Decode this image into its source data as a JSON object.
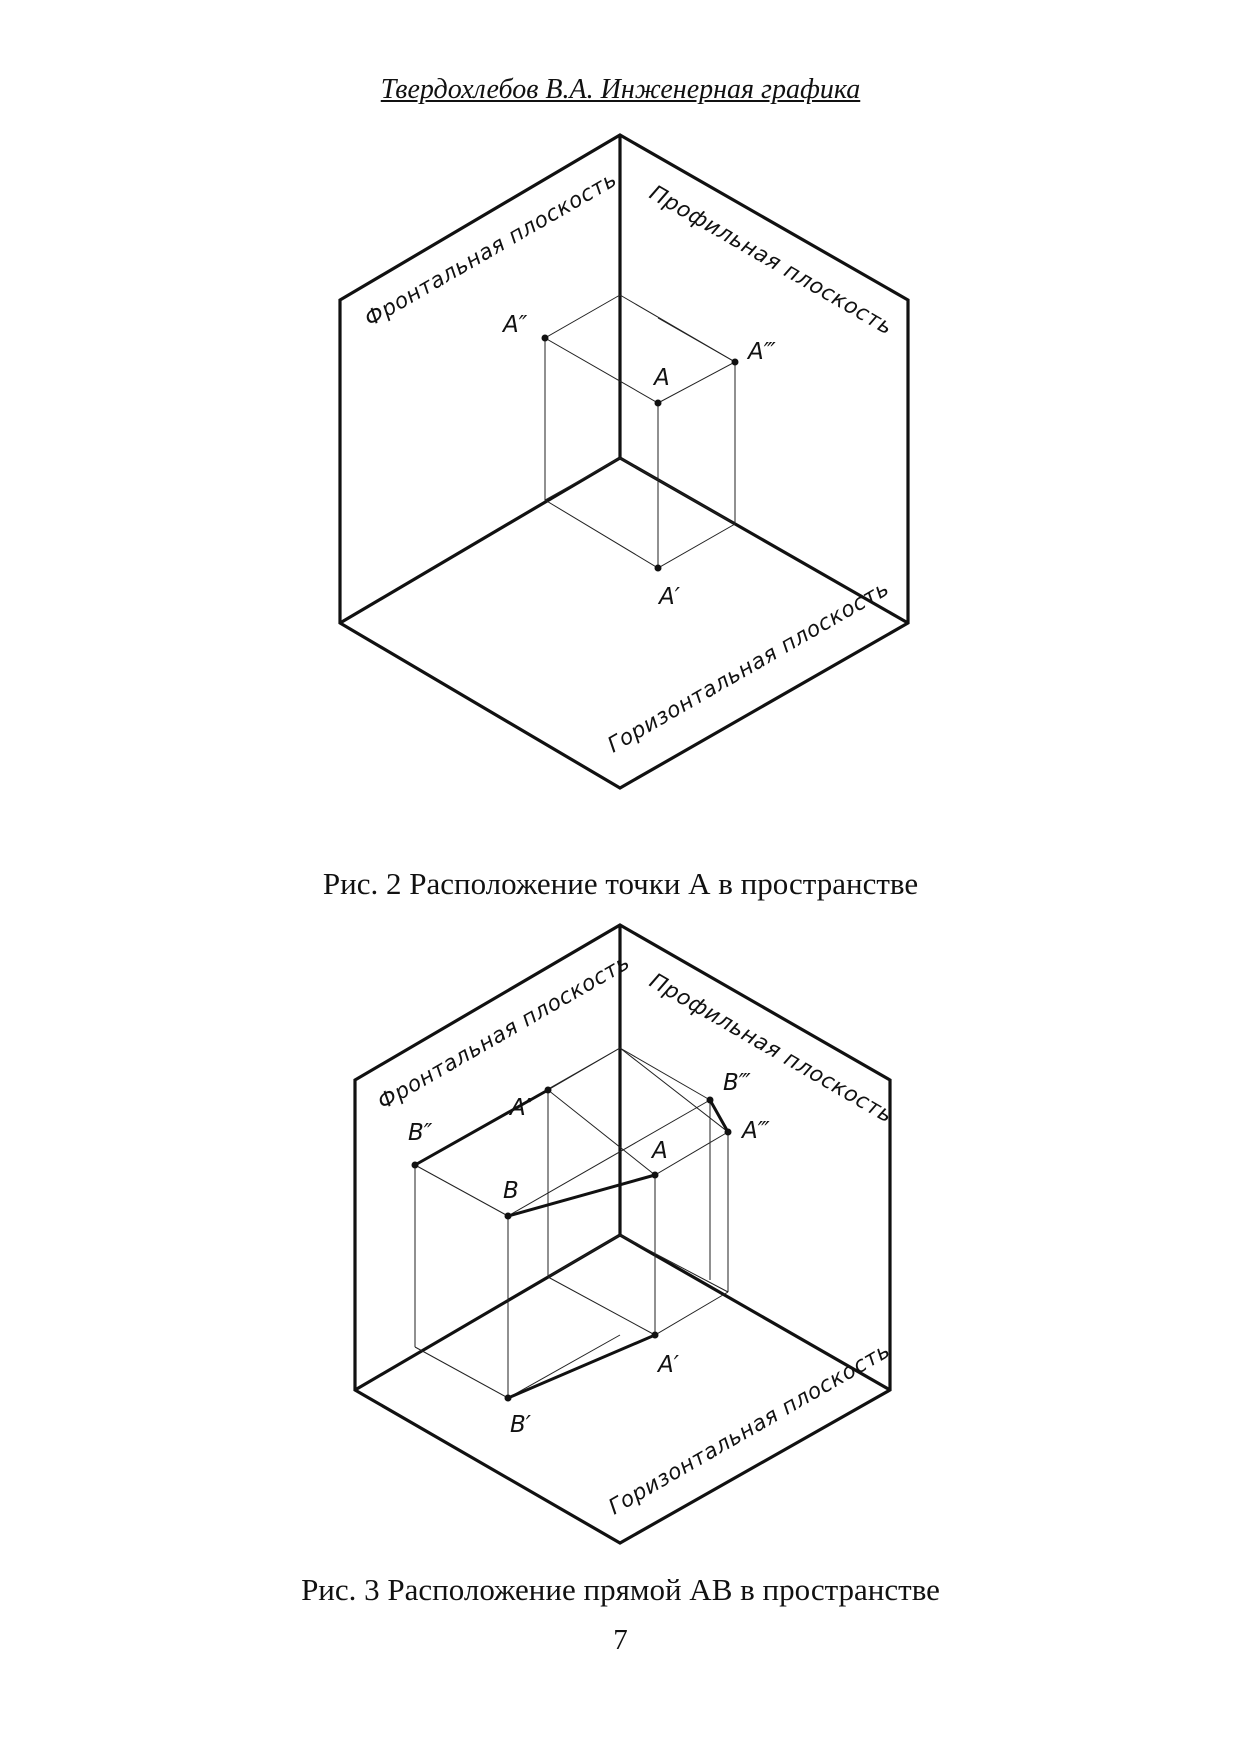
{
  "header": {
    "text": "Твердохлебов В.А. Инженерная графика"
  },
  "figures": [
    {
      "caption": "Рис. 2 Расположение точки А в пространстве",
      "planes": {
        "frontal": "Фронтальная плоскость",
        "profile": "Профильная плоскость",
        "horizontal": "Горизонтальная плоскость"
      },
      "labels": {
        "A_front": "A″",
        "A_profile": "A‴",
        "A": "A",
        "A_top": "A′"
      }
    },
    {
      "caption": "Рис. 3 Расположение прямой АВ в пространстве",
      "planes": {
        "frontal": "Фронтальная плоскость",
        "profile": "Профильная плоскость",
        "horizontal": "Горизонтальная плоскость"
      },
      "labels": {
        "A_front": "A″",
        "B_front": "B″",
        "B_profile": "B‴",
        "A_profile": "A‴",
        "A": "A",
        "B": "B",
        "A_top": "A′",
        "B_top": "B′"
      }
    }
  ],
  "page_number": "7"
}
